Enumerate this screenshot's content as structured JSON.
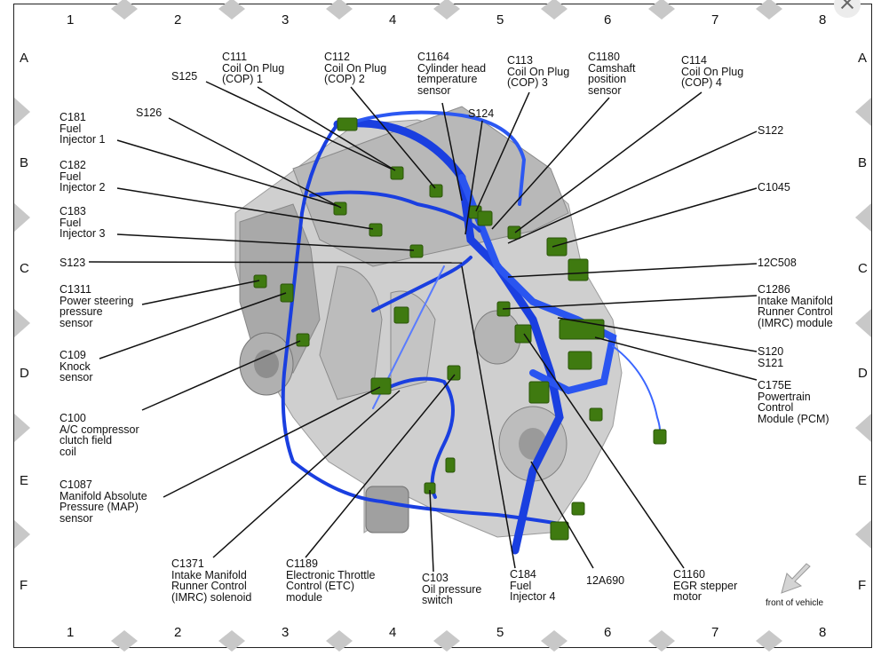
{
  "columns": [
    "1",
    "2",
    "3",
    "4",
    "5",
    "6",
    "7",
    "8"
  ],
  "rows": [
    "A",
    "B",
    "C",
    "D",
    "E",
    "F"
  ],
  "left_labels": [
    {
      "lines": [
        "C181",
        "Fuel",
        "Injector 1"
      ]
    },
    {
      "lines": [
        "C182",
        "Fuel",
        "Injector 2"
      ]
    },
    {
      "lines": [
        "C183",
        "Fuel",
        "Injector 3"
      ]
    },
    {
      "lines": [
        "S123"
      ]
    },
    {
      "lines": [
        "C1311",
        "Power steering",
        "pressure",
        "sensor"
      ]
    },
    {
      "lines": [
        "C109",
        "Knock",
        "sensor"
      ]
    },
    {
      "lines": [
        "C100",
        "A/C compressor",
        "clutch field",
        "coil"
      ]
    },
    {
      "lines": [
        "C1087",
        "Manifold Absolute",
        "Pressure (MAP)",
        "sensor"
      ]
    }
  ],
  "top_labels": [
    {
      "lines": [
        "S125"
      ]
    },
    {
      "lines": [
        "S126"
      ]
    },
    {
      "lines": [
        "C111",
        "Coil On Plug",
        "(COP) 1"
      ]
    },
    {
      "lines": [
        "C112",
        "Coil On Plug",
        "(COP) 2"
      ]
    },
    {
      "lines": [
        "C1164",
        "Cylinder head",
        "temperature",
        "sensor"
      ]
    },
    {
      "lines": [
        "C113",
        "Coil On Plug",
        "(COP) 3"
      ]
    },
    {
      "lines": [
        "C1180",
        "Camshaft",
        "position",
        "sensor"
      ]
    },
    {
      "lines": [
        "C114",
        "Coil On Plug",
        "(COP) 4"
      ]
    },
    {
      "lines": [
        "S124"
      ]
    }
  ],
  "right_labels": [
    {
      "lines": [
        "S122"
      ]
    },
    {
      "lines": [
        "C1045"
      ]
    },
    {
      "lines": [
        "12C508"
      ]
    },
    {
      "lines": [
        "C1286",
        "Intake Manifold",
        "Runner Control",
        "(IMRC) module"
      ]
    },
    {
      "lines": [
        "S120",
        "S121"
      ]
    },
    {
      "lines": [
        "C175E",
        "Powertrain",
        "Control",
        "Module (PCM)"
      ]
    }
  ],
  "bottom_labels": [
    {
      "lines": [
        "C1371",
        "Intake Manifold",
        "Runner Control",
        "(IMRC) solenoid"
      ]
    },
    {
      "lines": [
        "C1189",
        "Electronic Throttle",
        "Control (ETC)",
        "module"
      ]
    },
    {
      "lines": [
        "C103",
        "Oil pressure",
        "switch"
      ]
    },
    {
      "lines": [
        "C184",
        "Fuel",
        "Injector 4"
      ]
    },
    {
      "lines": [
        "12A690"
      ]
    },
    {
      "lines": [
        "C1160",
        "EGR stepper",
        "motor"
      ]
    }
  ],
  "front_of_vehicle": "front of vehicle",
  "colors": {
    "harness": "#1a3fe0",
    "harness_light": "#3b66ff",
    "connector": "#3f7a10",
    "engine": "#c9c9c9",
    "engine_dark": "#8c8c8c"
  }
}
